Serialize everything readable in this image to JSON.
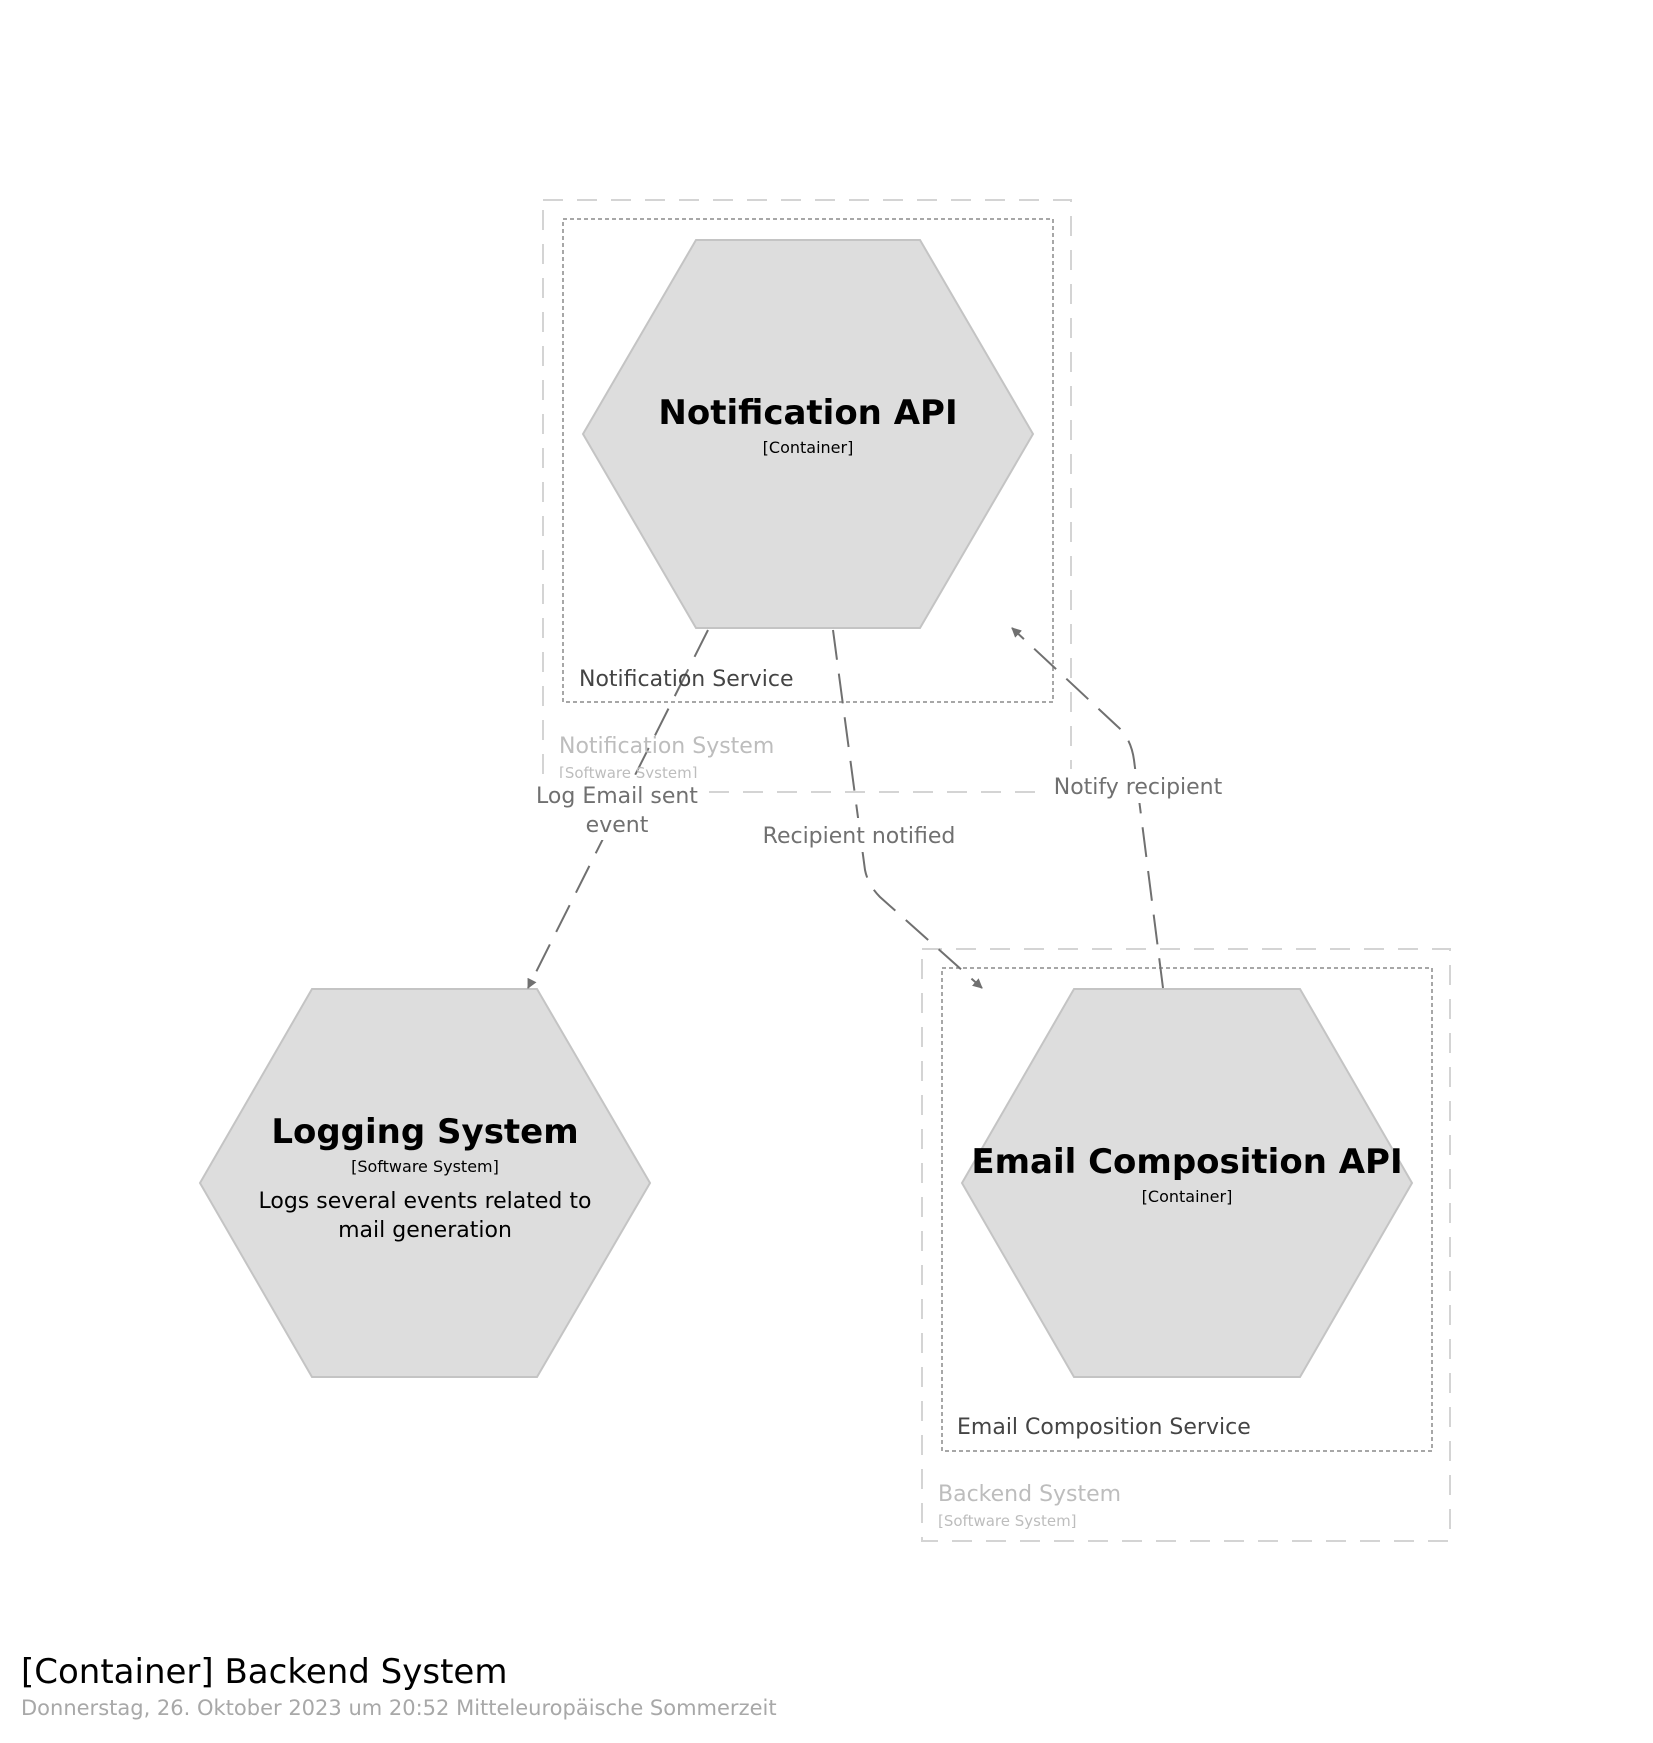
{
  "diagram": {
    "systems": {
      "notification": {
        "name": "Notification System",
        "type": "[Software System]"
      },
      "backend": {
        "name": "Backend System",
        "type": "[Software System]"
      }
    },
    "boundaries": {
      "notification_service": "Notification Service",
      "email_composition_service": "Email Composition Service"
    },
    "nodes": {
      "notification_api": {
        "title": "Notification API",
        "type": "[Container]"
      },
      "logging_system": {
        "title": "Logging System",
        "type": "[Software System]",
        "desc_line1": "Logs several events related to",
        "desc_line2": "mail generation"
      },
      "email_composition_api": {
        "title": "Email Composition API",
        "type": "[Container]"
      }
    },
    "edges": {
      "log_email_sent": {
        "line1": "Log Email sent",
        "line2": "event"
      },
      "recipient_notified": {
        "label": "Recipient notified"
      },
      "notify_recipient": {
        "label": "Notify recipient"
      }
    },
    "colors": {
      "node_fill": "#dddddd",
      "node_stroke": "#c4c4c4",
      "edge": "#707070",
      "system_boundary": "#d4d4d4",
      "service_boundary": "#8a8a8a"
    }
  },
  "footer": {
    "title": "[Container] Backend System",
    "date": "Donnerstag, 26. Oktober 2023 um 20:52 Mitteleuropäische Sommerzeit"
  }
}
